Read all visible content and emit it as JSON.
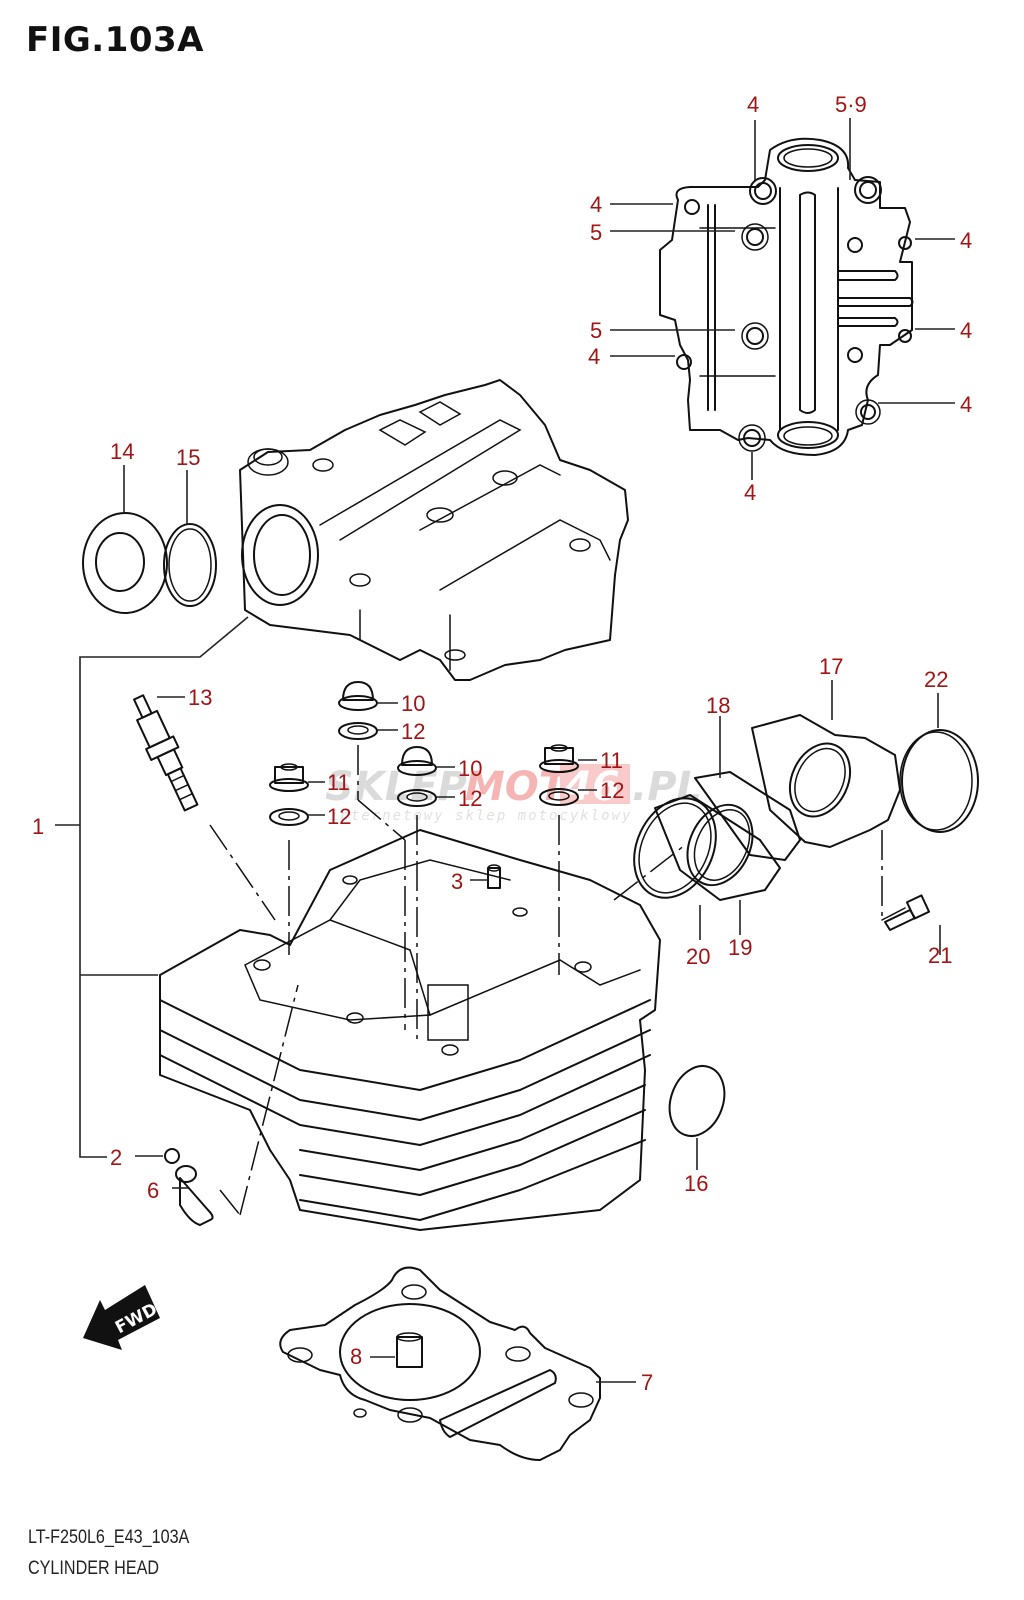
{
  "figure": {
    "title": "FIG.103A",
    "code": "LT-F250L6_E43_103A",
    "name": "CYLINDER HEAD"
  },
  "watermark": {
    "brand_gray": "SKLEP",
    "brand_red": "MOTO",
    "brand_num": "46",
    "brand_tld": ".PL",
    "tagline": "internetowy sklep motocyklowy"
  },
  "fwd_badge": "FWD",
  "colors": {
    "callout": "#a01616",
    "line": "#111111",
    "watermark_gray": "#c8c8c8",
    "watermark_red": "#f0a0a0"
  },
  "callouts": [
    {
      "id": "c1",
      "label": "1"
    },
    {
      "id": "c2",
      "label": "2"
    },
    {
      "id": "c3",
      "label": "3"
    },
    {
      "id": "c4a",
      "label": "4"
    },
    {
      "id": "c4b",
      "label": "4"
    },
    {
      "id": "c4c",
      "label": "4"
    },
    {
      "id": "c4d",
      "label": "4"
    },
    {
      "id": "c4e",
      "label": "4"
    },
    {
      "id": "c4f",
      "label": "4"
    },
    {
      "id": "c4g",
      "label": "4"
    },
    {
      "id": "c5a",
      "label": "5"
    },
    {
      "id": "c5b",
      "label": "5"
    },
    {
      "id": "c59",
      "label": "5·9"
    },
    {
      "id": "c6",
      "label": "6"
    },
    {
      "id": "c7",
      "label": "7"
    },
    {
      "id": "c8",
      "label": "8"
    },
    {
      "id": "c10a",
      "label": "10"
    },
    {
      "id": "c10b",
      "label": "10"
    },
    {
      "id": "c11a",
      "label": "11"
    },
    {
      "id": "c11b",
      "label": "11"
    },
    {
      "id": "c12a",
      "label": "12"
    },
    {
      "id": "c12b",
      "label": "12"
    },
    {
      "id": "c12c",
      "label": "12"
    },
    {
      "id": "c12d",
      "label": "12"
    },
    {
      "id": "c13",
      "label": "13"
    },
    {
      "id": "c14",
      "label": "14"
    },
    {
      "id": "c15",
      "label": "15"
    },
    {
      "id": "c16",
      "label": "16"
    },
    {
      "id": "c17",
      "label": "17"
    },
    {
      "id": "c18",
      "label": "18"
    },
    {
      "id": "c19",
      "label": "19"
    },
    {
      "id": "c20",
      "label": "20"
    },
    {
      "id": "c21",
      "label": "21"
    },
    {
      "id": "c22",
      "label": "22"
    }
  ]
}
